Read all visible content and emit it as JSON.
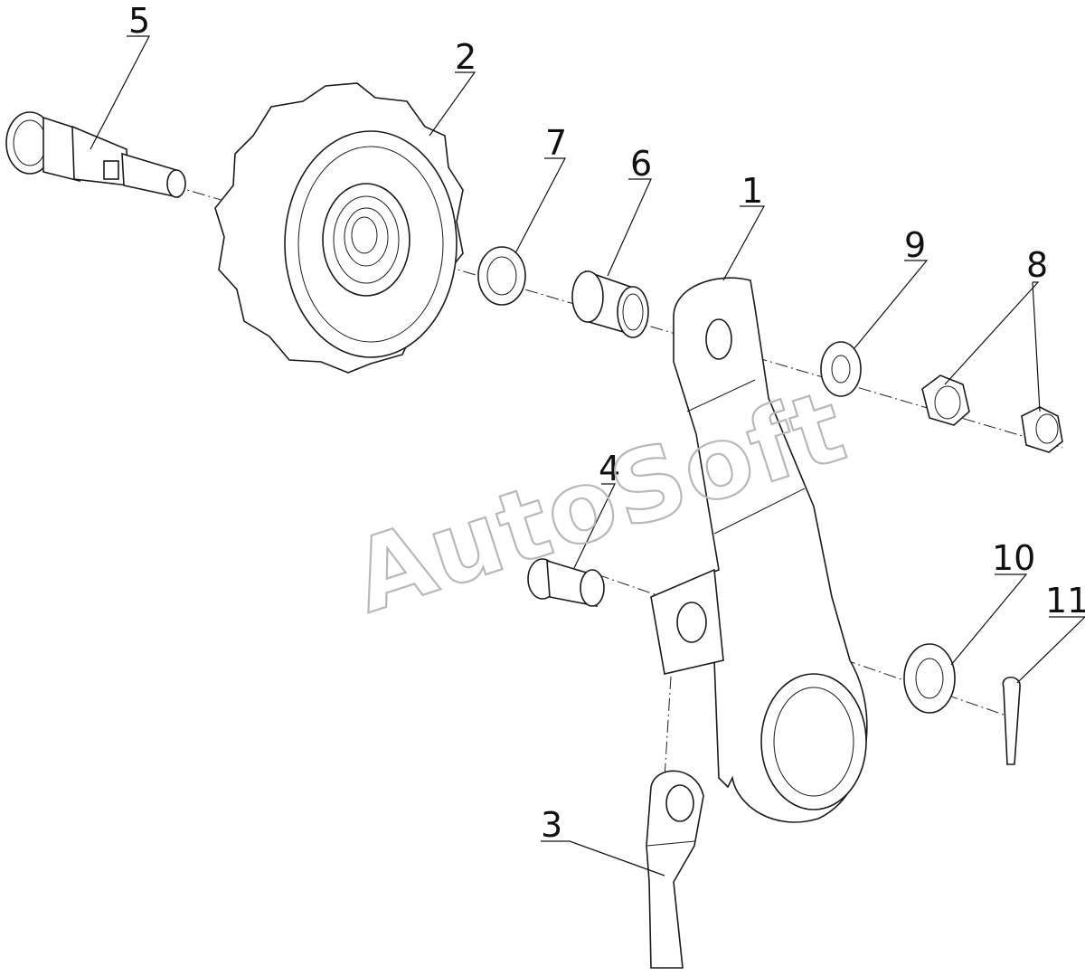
{
  "watermark": "AutoSoft",
  "callouts": {
    "c1": "1",
    "c2": "2",
    "c3": "3",
    "c4": "4",
    "c5": "5",
    "c6": "6",
    "c7": "7",
    "c8": "8",
    "c9": "9",
    "c10": "10",
    "c11": "11"
  },
  "icons": {
    "sprocket": "sprocket-icon",
    "axle": "axle-pin-icon",
    "bushing": "bushing-icon",
    "washer": "washer-icon",
    "nut": "hex-nut-icon",
    "arm": "tensioner-arm-icon",
    "rod": "tie-rod-icon",
    "cotter": "cotter-pin-icon"
  }
}
